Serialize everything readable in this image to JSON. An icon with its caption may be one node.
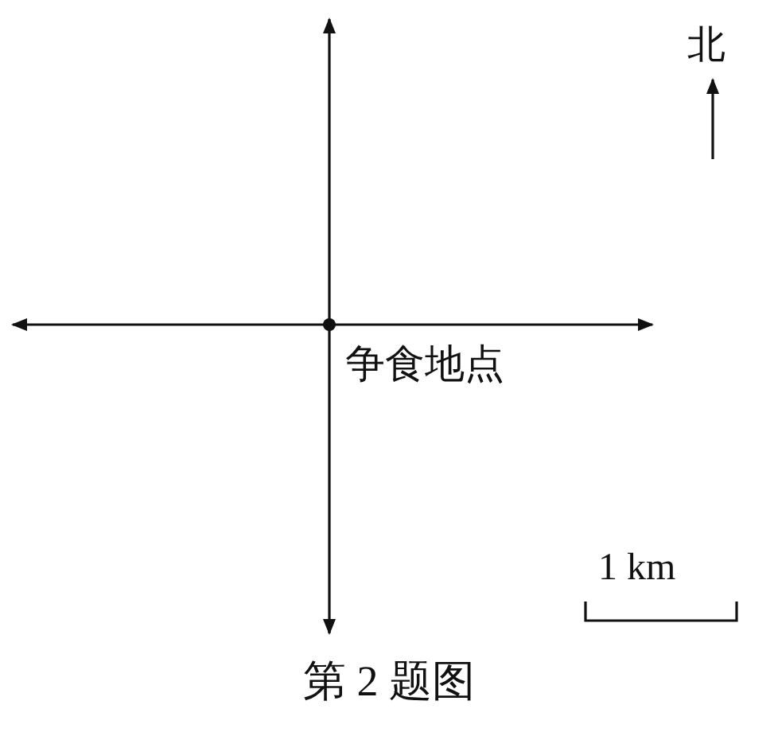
{
  "diagram": {
    "caption": "第 2 题图",
    "nodes": [
      {
        "text": [
          "争食地点"
        ]
      }
    ],
    "labels": [
      "北",
      "1 km"
    ]
  }
}
